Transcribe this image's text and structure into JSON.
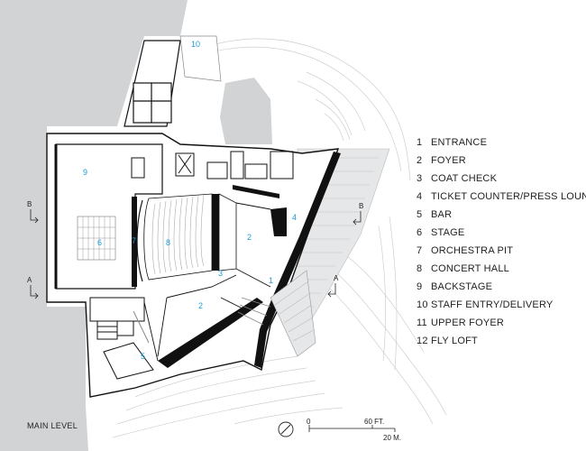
{
  "level_label": "MAIN LEVEL",
  "colors": {
    "room_number": "#1f9bd4",
    "wall": "#111111",
    "ground": "#d2d3d5",
    "contour": "#cfcfcf"
  },
  "legend": [
    {
      "num": "1",
      "label": "ENTRANCE"
    },
    {
      "num": "2",
      "label": "FOYER"
    },
    {
      "num": "3",
      "label": "COAT CHECK"
    },
    {
      "num": "4",
      "label": "TICKET COUNTER/PRESS LOUNGE"
    },
    {
      "num": "5",
      "label": "BAR"
    },
    {
      "num": "6",
      "label": "STAGE"
    },
    {
      "num": "7",
      "label": "ORCHESTRA PIT"
    },
    {
      "num": "8",
      "label": "CONCERT HALL"
    },
    {
      "num": "9",
      "label": "BACKSTAGE"
    },
    {
      "num": "10",
      "label": "STAFF ENTRY/DELIVERY"
    },
    {
      "num": "11",
      "label": "UPPER FOYER"
    },
    {
      "num": "12",
      "label": "FLY LOFT"
    }
  ],
  "room_labels": [
    {
      "num": "10"
    },
    {
      "num": "9"
    },
    {
      "num": "6"
    },
    {
      "num": "7"
    },
    {
      "num": "8"
    },
    {
      "num": "2"
    },
    {
      "num": "4"
    },
    {
      "num": "3"
    },
    {
      "num": "1"
    },
    {
      "num": "2"
    },
    {
      "num": "5"
    }
  ],
  "section_markers": [
    {
      "letter": "B"
    },
    {
      "letter": "A"
    },
    {
      "letter": "B"
    },
    {
      "letter": "A"
    }
  ],
  "scale": {
    "zero": "0",
    "feet": "60 FT.",
    "meters": "20 M."
  }
}
